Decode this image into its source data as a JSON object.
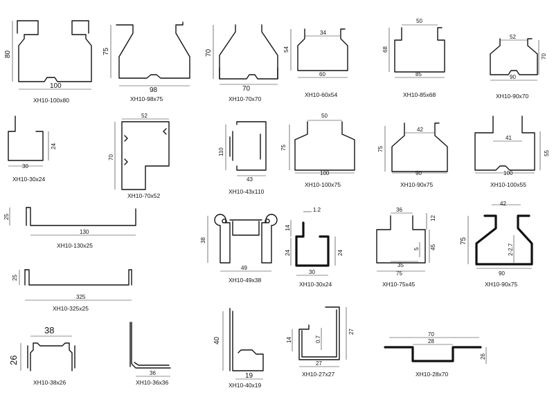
{
  "profiles": [
    {
      "id": "p1",
      "label": "XH10-100x80",
      "dims": [
        "80",
        "100"
      ]
    },
    {
      "id": "p2",
      "label": "XH10-98x75",
      "dims": [
        "75",
        "98"
      ]
    },
    {
      "id": "p3",
      "label": "XH10-70x70",
      "dims": [
        "70",
        "70"
      ]
    },
    {
      "id": "p4",
      "label": "XH10-60x54",
      "dims": [
        "34",
        "54",
        "60"
      ]
    },
    {
      "id": "p5",
      "label": "XH10-85x68",
      "dims": [
        "50",
        "68",
        "85"
      ]
    },
    {
      "id": "p6",
      "label": "XH10-90x70",
      "dims": [
        "52",
        "70",
        "90"
      ]
    },
    {
      "id": "p7",
      "label": "XH10-30x24",
      "dims": [
        "24",
        "30"
      ]
    },
    {
      "id": "p8",
      "label": "XH10-70x52",
      "dims": [
        "52",
        "70"
      ]
    },
    {
      "id": "p9",
      "label": "XH10-43x110",
      "dims": [
        "110",
        "43"
      ]
    },
    {
      "id": "p10",
      "label": "XH10-100x75",
      "dims": [
        "50",
        "75",
        "100"
      ]
    },
    {
      "id": "p11",
      "label": "XH10-90x75",
      "dims": [
        "42",
        "75",
        "90"
      ]
    },
    {
      "id": "p12",
      "label": "XH10-100x55",
      "dims": [
        "41",
        "55",
        "100"
      ]
    },
    {
      "id": "p13",
      "label": "XH10-130x25",
      "dims": [
        "25",
        "130"
      ]
    },
    {
      "id": "p14",
      "label": "XH10-49x38",
      "dims": [
        "38",
        "49"
      ]
    },
    {
      "id": "p15",
      "label": "XH10-30x24",
      "dims": [
        "1.2",
        "14",
        "24",
        "24",
        "30"
      ]
    },
    {
      "id": "p16",
      "label": "XH10-75x45",
      "dims": [
        "36",
        "12",
        "45",
        "5",
        "35",
        "75"
      ]
    },
    {
      "id": "p17",
      "label": "XH10-90x75",
      "dims": [
        "42",
        "75",
        "2-2.7",
        "90"
      ]
    },
    {
      "id": "p18",
      "label": "XH10-325x25",
      "dims": [
        "25",
        "325"
      ]
    },
    {
      "id": "p19",
      "label": "XH10-38x26",
      "dims": [
        "38",
        "26"
      ]
    },
    {
      "id": "p20",
      "label": "XH10-36x36",
      "dims": [
        "36"
      ]
    },
    {
      "id": "p21",
      "label": "XH10-40x19",
      "dims": [
        "40",
        "19"
      ]
    },
    {
      "id": "p22",
      "label": "XH10-27x27",
      "dims": [
        "14",
        "0.7",
        "27",
        "27"
      ]
    },
    {
      "id": "p23",
      "label": "XH10-28x70",
      "dims": [
        "70",
        "28",
        "26"
      ]
    }
  ]
}
